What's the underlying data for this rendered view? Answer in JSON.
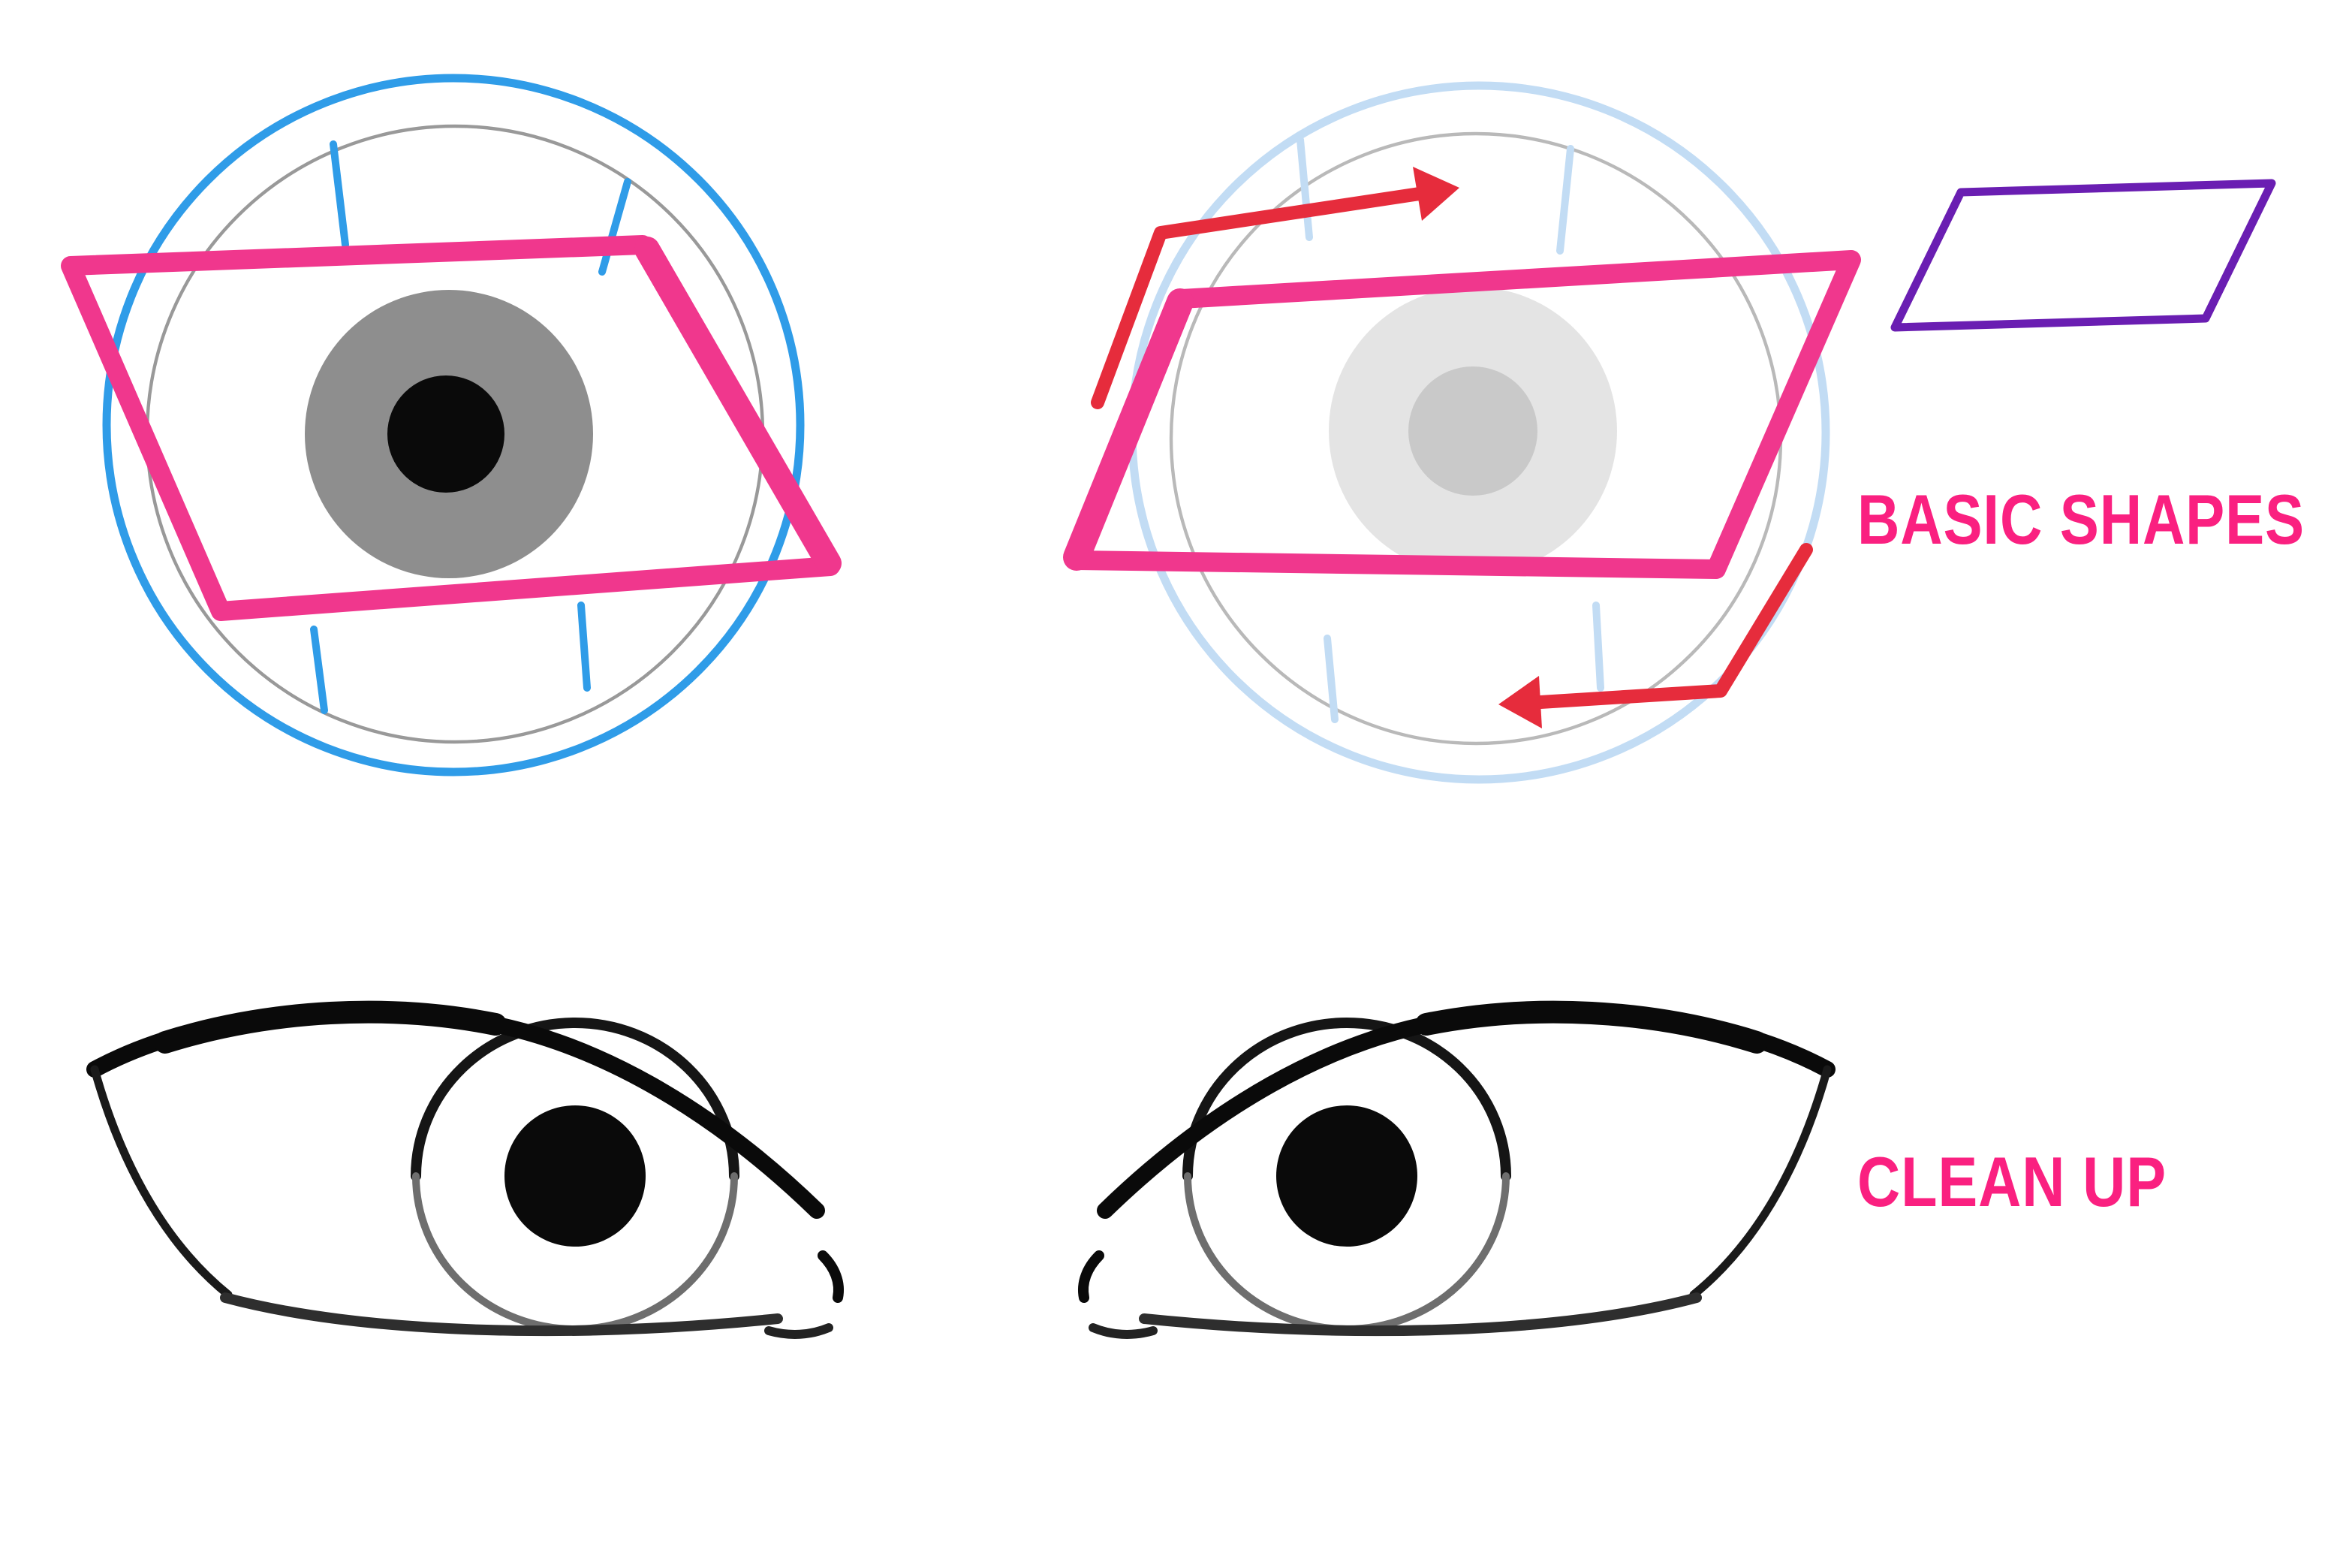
{
  "diagram": {
    "step1_label": "BASIC SHAPES",
    "step2_label": "CLEAN UP",
    "parts": [
      "construction-eye-left",
      "construction-eye-right",
      "parallelogram-reference",
      "stroke-direction-arrows",
      "clean-eye-left",
      "clean-eye-right"
    ]
  },
  "colors": {
    "pink": "#F0378D",
    "label_pink": "#FA2080",
    "blue": "#2F9CE8",
    "pale_blue": "#C2DCF4",
    "red": "#E62C3C",
    "purple": "#6A1EB2",
    "guide_gray": "#999999",
    "iris_gray": "#8E8E8E",
    "iris_light": "#E4E4E4",
    "iris_mid": "#C9C9C9",
    "ink": "#0A0A0A",
    "paper": "#FFFFFF"
  }
}
